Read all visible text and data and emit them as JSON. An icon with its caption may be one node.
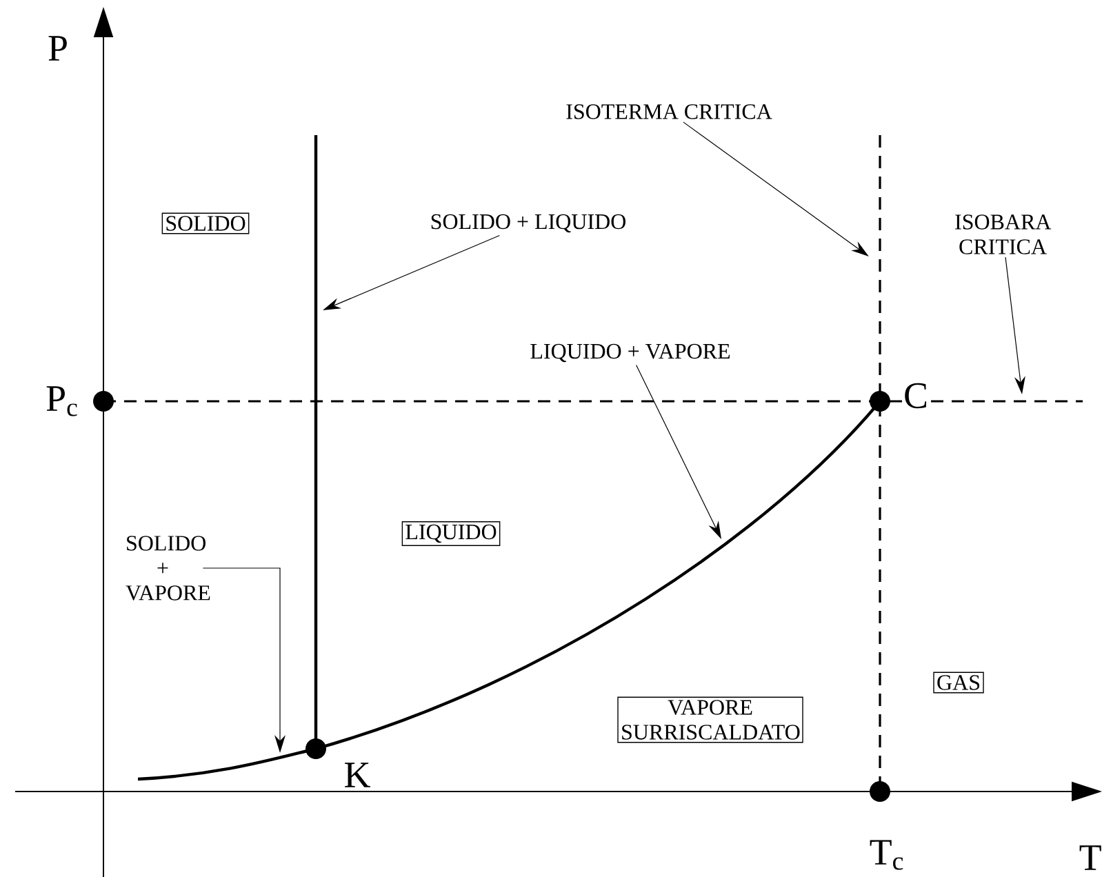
{
  "diagram": {
    "nodes": [
      {
        "text": [
          "SOLIDO"
        ]
      },
      {
        "text": [
          "LIQUIDO"
        ]
      },
      {
        "text": [
          "VAPORE SURRISCALDATO"
        ]
      },
      {
        "text": [
          "GAS"
        ]
      },
      {
        "text": [
          "SOLIDO + LIQUIDO"
        ]
      },
      {
        "text": [
          "ISOTERMA CRITICA"
        ]
      },
      {
        "text": [
          "ISOBARA CRITICA"
        ]
      },
      {
        "text": [
          "LIQUIDO + VAPORE"
        ]
      },
      {
        "text": [
          "SOLIDO + VAPORE"
        ]
      }
    ],
    "edges": [
      {
        "from": 4,
        "to": null,
        "arrow": "to"
      },
      {
        "from": 5,
        "to": null,
        "arrow": "to"
      },
      {
        "from": 6,
        "to": null,
        "arrow": "to"
      },
      {
        "from": 7,
        "to": null,
        "arrow": "to"
      },
      {
        "from": 8,
        "to": null,
        "arrow": "to"
      }
    ],
    "labels": [
      "P",
      "P$_{c}$",
      "C",
      "K",
      "T$_{c}$",
      "T"
    ]
  }
}
